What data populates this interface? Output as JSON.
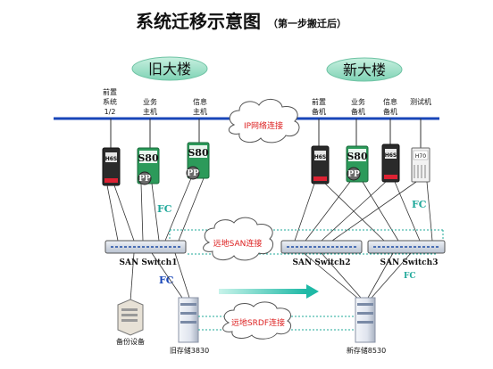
{
  "title": "系统迁移示意图",
  "subtitle": "（第一步搬迁后）",
  "buildings": {
    "old": "旧大楼",
    "new": "新大楼"
  },
  "ip_cloud": "IP网络连接",
  "san_cloud": "远地SAN连接",
  "srdf_cloud": "远地SRDF连接",
  "fc_labels": [
    "FC",
    "FC",
    "FC",
    "FC"
  ],
  "old_hosts": [
    {
      "label_line1": "前置",
      "label_line2": "系统",
      "label_line3": "1/2",
      "model": "H6S",
      "badge": ""
    },
    {
      "label_line1": "业务",
      "label_line2": "主机",
      "label_line3": "",
      "model": "S80",
      "badge": "PP"
    },
    {
      "label_line1": "信息",
      "label_line2": "主机",
      "label_line3": "",
      "model": "S80",
      "badge": "PP"
    }
  ],
  "new_hosts": [
    {
      "label_line1": "前置",
      "label_line2": "备机",
      "label_line3": "",
      "model": "H6S",
      "badge": ""
    },
    {
      "label_line1": "业务",
      "label_line2": "备机",
      "label_line3": "",
      "model": "S80",
      "badge": "PP"
    },
    {
      "label_line1": "信息",
      "label_line2": "备机",
      "label_line3": "",
      "model": "H6S",
      "badge": ""
    },
    {
      "label_line1": "测试机",
      "label_line2": "",
      "label_line3": "",
      "model": "H70",
      "badge": ""
    }
  ],
  "switches": [
    "SAN Switch1",
    "SAN Switch2",
    "SAN Switch3"
  ],
  "backup_label": "备份设备",
  "old_storage": "旧存储3830",
  "new_storage": "新存储8530"
}
